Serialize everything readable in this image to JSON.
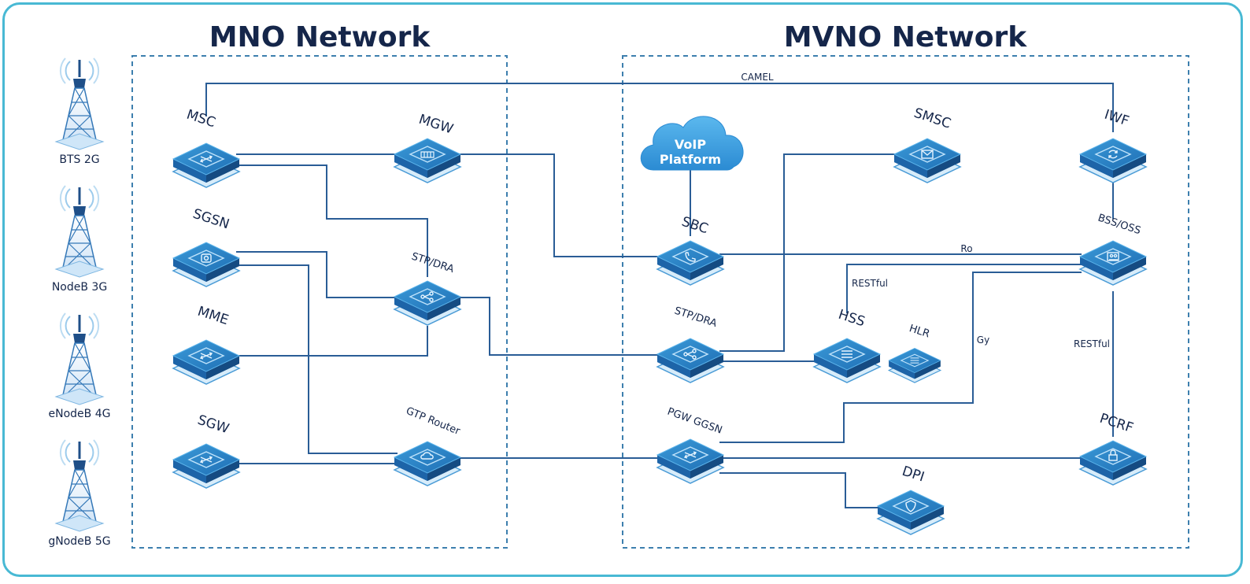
{
  "sections": {
    "mno_title": "MNO Network",
    "mvno_title": "MVNO Network"
  },
  "towers": [
    {
      "id": "bts",
      "label": "BTS 2G"
    },
    {
      "id": "nodeb",
      "label": "NodeB 3G"
    },
    {
      "id": "enodeb",
      "label": "eNodeB 4G"
    },
    {
      "id": "gnodeb",
      "label": "gNodeB 5G"
    }
  ],
  "nodes": {
    "msc": {
      "label": "MSC",
      "icon": "switch-icon"
    },
    "mgw": {
      "label": "MGW",
      "icon": "grid-icon"
    },
    "sgsn": {
      "label": "SGSN",
      "icon": "at-icon"
    },
    "stp_mno": {
      "label": "STP/DRA",
      "icon": "share-icon"
    },
    "mme": {
      "label": "MME",
      "icon": "switch-icon"
    },
    "sgw": {
      "label": "SGW",
      "icon": "switch-icon"
    },
    "gtp": {
      "label": "GTP Router",
      "icon": "cloud-icon"
    },
    "sbc": {
      "label": "SBC",
      "icon": "phone-icon"
    },
    "smsc": {
      "label": "SMSC",
      "icon": "envelope-icon"
    },
    "iwf": {
      "label": "IWF",
      "icon": "refresh-icon"
    },
    "bss": {
      "label": "BSS/OSS",
      "icon": "people-icon"
    },
    "stp_mvno": {
      "label": "STP/DRA",
      "icon": "share-icon"
    },
    "hss": {
      "label": "HSS",
      "icon": "list-icon"
    },
    "hlr": {
      "label": "HLR",
      "icon": "list-icon"
    },
    "pgw": {
      "label": "PGW GGSN",
      "icon": "switch-icon"
    },
    "pcrf": {
      "label": "PCRF",
      "icon": "lock-icon"
    },
    "dpi": {
      "label": "DPI",
      "icon": "shield-icon"
    }
  },
  "cloud": {
    "line1": "VoIP",
    "line2": "Platform"
  },
  "link_labels": {
    "camel": "CAMEL",
    "ro": "Ro",
    "restful_hss": "RESTful",
    "gy": "Gy",
    "restful_pcrf": "RESTful"
  },
  "colors": {
    "frame": "#48b9d4",
    "link": "#2a5d96",
    "node_top": "#2f86c8",
    "node_dark": "#1a5a9a",
    "text": "#15264a"
  }
}
